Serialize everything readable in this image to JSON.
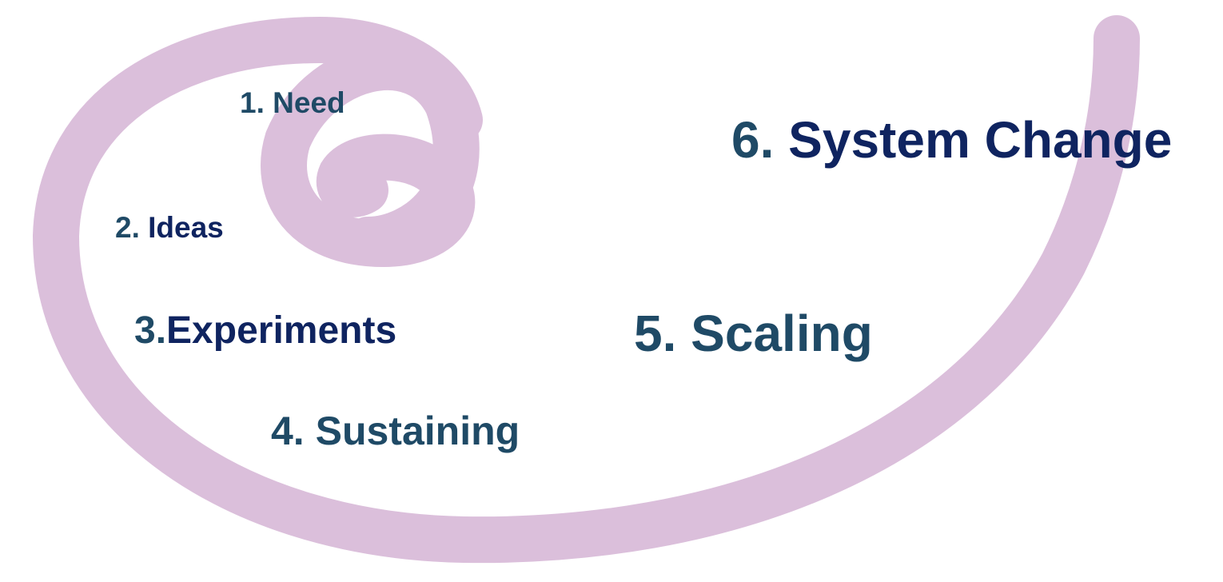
{
  "spiral": {
    "color": "#dbbfdb"
  },
  "stages": [
    {
      "num": "1.",
      "sep": " ",
      "label": "Need"
    },
    {
      "num": "2.",
      "sep": " ",
      "label": "Ideas"
    },
    {
      "num": "3.",
      "sep": "",
      "label": "Experiments"
    },
    {
      "num": "4.",
      "sep": " ",
      "label": "Sustaining"
    },
    {
      "num": "5.",
      "sep": " ",
      "label": "Scaling"
    },
    {
      "num": "6.",
      "sep": " ",
      "label": "System Change"
    }
  ]
}
